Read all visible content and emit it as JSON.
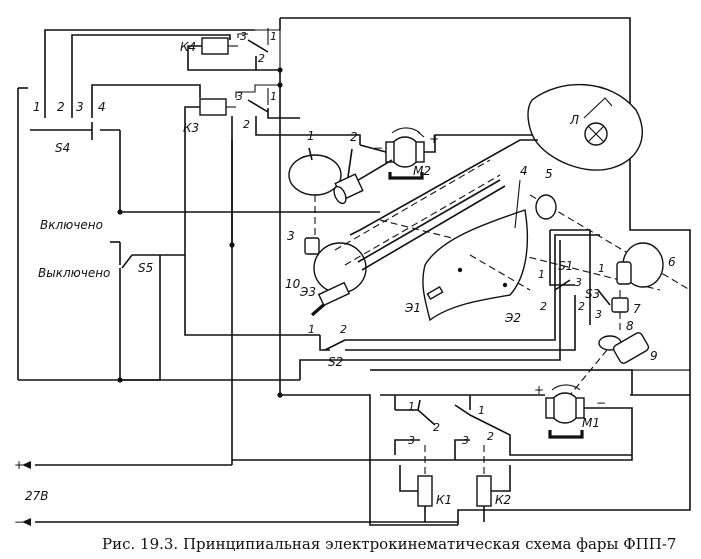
{
  "caption": "Рис. 19.3. Принципиальная электрокинематическая схема фары ФПП-7",
  "state_labels": {
    "on": "Включено",
    "off": "Выключено"
  },
  "supply": {
    "voltage": "27В",
    "plus": "+",
    "minus": "−"
  },
  "terminals": [
    "1",
    "2",
    "3",
    "4"
  ],
  "switches": {
    "s1": "S1",
    "s2": "S2",
    "s3": "S3",
    "s4": "S4",
    "s5": "S5"
  },
  "relays": {
    "k1": "К1",
    "k2": "К2",
    "k3": "К3",
    "k4": "К4"
  },
  "motors": {
    "m1": "М1",
    "m2": "М2"
  },
  "lamp": "Л",
  "cams": {
    "e1": "Э1",
    "e2": "Э2",
    "e3": "Э3"
  },
  "parts": [
    "1",
    "2",
    "3",
    "4",
    "5",
    "6",
    "7",
    "8",
    "9",
    "10"
  ],
  "contact_numbers": [
    "1",
    "2",
    "3"
  ],
  "motor_polarity": {
    "plus": "+",
    "minus": "−"
  }
}
